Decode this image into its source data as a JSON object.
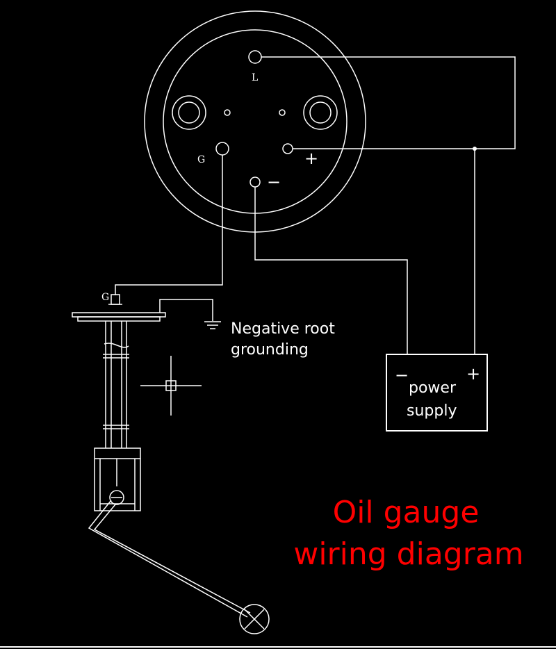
{
  "colors": {
    "background": "#000000",
    "line": "#ffffff",
    "title": "#ff0000"
  },
  "gauge": {
    "terminal_L": "L",
    "terminal_G": "G",
    "terminal_plus": "+",
    "terminal_minus": "−"
  },
  "sender": {
    "terminal_G": "G"
  },
  "ground_label_line1": "Negative root",
  "ground_label_line2": "grounding",
  "power_supply": {
    "minus": "−",
    "plus": "+",
    "line1": "power",
    "line2": "supply"
  },
  "title": {
    "line1": "Oil gauge",
    "line2": "wiring diagram"
  }
}
